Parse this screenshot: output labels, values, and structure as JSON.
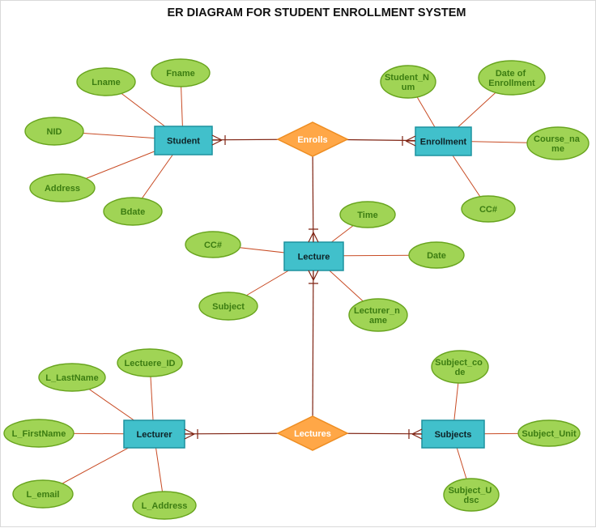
{
  "title": "ER DIAGRAM FOR STUDENT ENROLLMENT SYSTEM",
  "entities": {
    "student": "Student",
    "enrollment": "Enrollment",
    "lecture": "Lecture",
    "lecturer": "Lecturer",
    "subjects": "Subjects"
  },
  "relationships": {
    "enrolls": "Enrolls",
    "lectures": "Lectures"
  },
  "attributes": {
    "student": {
      "lname": "Lname",
      "fname": "Fname",
      "nid": "NID",
      "address": "Address",
      "bdate": "Bdate"
    },
    "enrollment": {
      "student_num": {
        "line1": "Student_N",
        "line2": "um"
      },
      "date_of_enrollment": {
        "line1": "Date of",
        "line2": "Enrollment"
      },
      "course_name": {
        "line1": "Course_na",
        "line2": "me"
      },
      "cc": "CC#"
    },
    "lecture": {
      "cc": "CC#",
      "time": "Time",
      "date": "Date",
      "subject": "Subject",
      "lecturer_name": {
        "line1": "Lecturer_n",
        "line2": "ame"
      }
    },
    "lecturer": {
      "lectuere_id": "Lectuere_ID",
      "l_lastname": "L_LastName",
      "l_firstname": "L_FirstName",
      "l_email": "L_email",
      "l_address": "L_Address"
    },
    "subjects": {
      "subject_code": {
        "line1": "Subject_co",
        "line2": "de"
      },
      "subject_unit": "Subject_Unit",
      "subject_udsc": {
        "line1": "Subject_U",
        "line2": "dsc"
      }
    }
  },
  "relationship_links": [
    "Student - Enrolls",
    "Enrolls - Enrollment",
    "Enrolls - Lecture",
    "Lecture - Lectures",
    "Lecturer - Lectures",
    "Lectures - Subjects"
  ],
  "colors": {
    "entity_fill": "#41c0cb",
    "entity_border": "#1d929f",
    "relation_fill": "#ffa747",
    "relation_border": "#ee8d21",
    "attr_fill": "#a0d455",
    "attr_border": "#68a41e",
    "attr_text": "#3c7d12",
    "attr_line": "#c84b24",
    "relation_line": "#7f2312"
  }
}
